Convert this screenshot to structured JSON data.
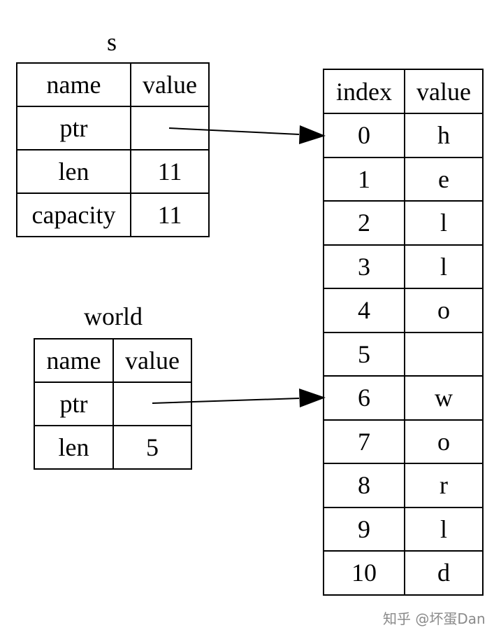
{
  "s": {
    "title": "s",
    "header": [
      "name",
      "value"
    ],
    "rows": [
      [
        "ptr",
        ""
      ],
      [
        "len",
        "11"
      ],
      [
        "capacity",
        "11"
      ]
    ]
  },
  "world": {
    "title": "world",
    "header": [
      "name",
      "value"
    ],
    "rows": [
      [
        "ptr",
        ""
      ],
      [
        "len",
        "5"
      ]
    ]
  },
  "heap": {
    "header": [
      "index",
      "value"
    ],
    "rows": [
      [
        "0",
        "h"
      ],
      [
        "1",
        "e"
      ],
      [
        "2",
        "l"
      ],
      [
        "3",
        "l"
      ],
      [
        "4",
        "o"
      ],
      [
        "5",
        ""
      ],
      [
        "6",
        "w"
      ],
      [
        "7",
        "o"
      ],
      [
        "8",
        "r"
      ],
      [
        "9",
        "l"
      ],
      [
        "10",
        "d"
      ]
    ]
  },
  "watermark": "知乎 @坏蛋Dan"
}
